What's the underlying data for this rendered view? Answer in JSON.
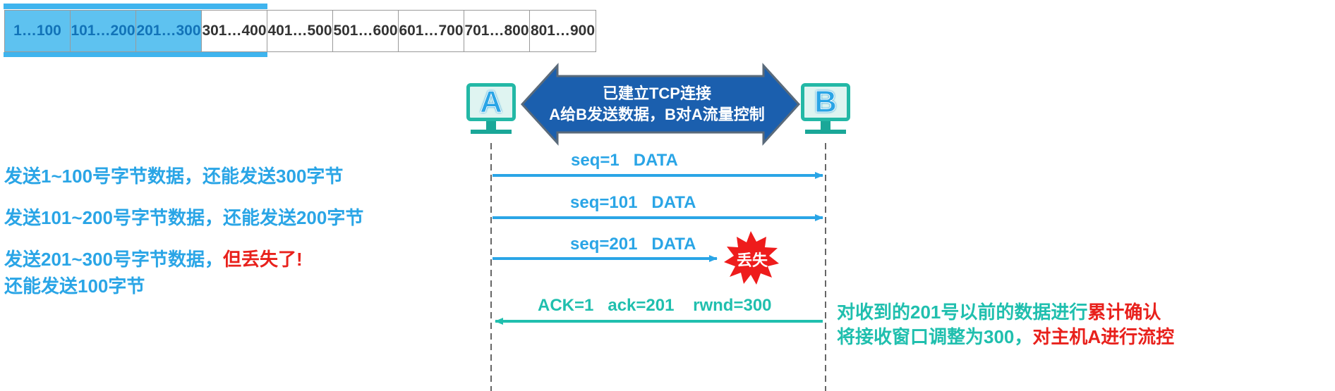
{
  "buffer": {
    "cells": [
      "1…100",
      "101…200",
      "201…300",
      "301…400",
      "401…500",
      "501…600",
      "601…700",
      "701…800",
      "801…900"
    ],
    "sent_count": 3
  },
  "hosts": {
    "a": "A",
    "b": "B"
  },
  "banner": {
    "line1": "已建立TCP连接",
    "line2": "A给B发送数据，B对A流量控制"
  },
  "left_notes": {
    "note1": "发送1~100号字节数据，还能发送300字节",
    "note2": "发送101~200号字节数据，还能发送200字节",
    "note3_blue": "发送201~300号字节数据，",
    "note3_red": "但丢失了!",
    "note3_line2": "还能发送100字节"
  },
  "messages": {
    "m1": "seq=1   DATA",
    "m2": "seq=101   DATA",
    "m3": "seq=201   DATA",
    "lost": "丢失",
    "ack": "ACK=1   ack=201    rwnd=300"
  },
  "right_notes": {
    "line1_teal": "对收到的201号以前的数据进行",
    "line1_red": "累计确认",
    "line2_teal": "将接收窗口调整为300，",
    "line2_red": "对主机A进行流控"
  },
  "colors": {
    "blue": "#2aa5e6",
    "teal": "#20bfae",
    "red": "#e8211c",
    "banner": "#1b5fae"
  }
}
